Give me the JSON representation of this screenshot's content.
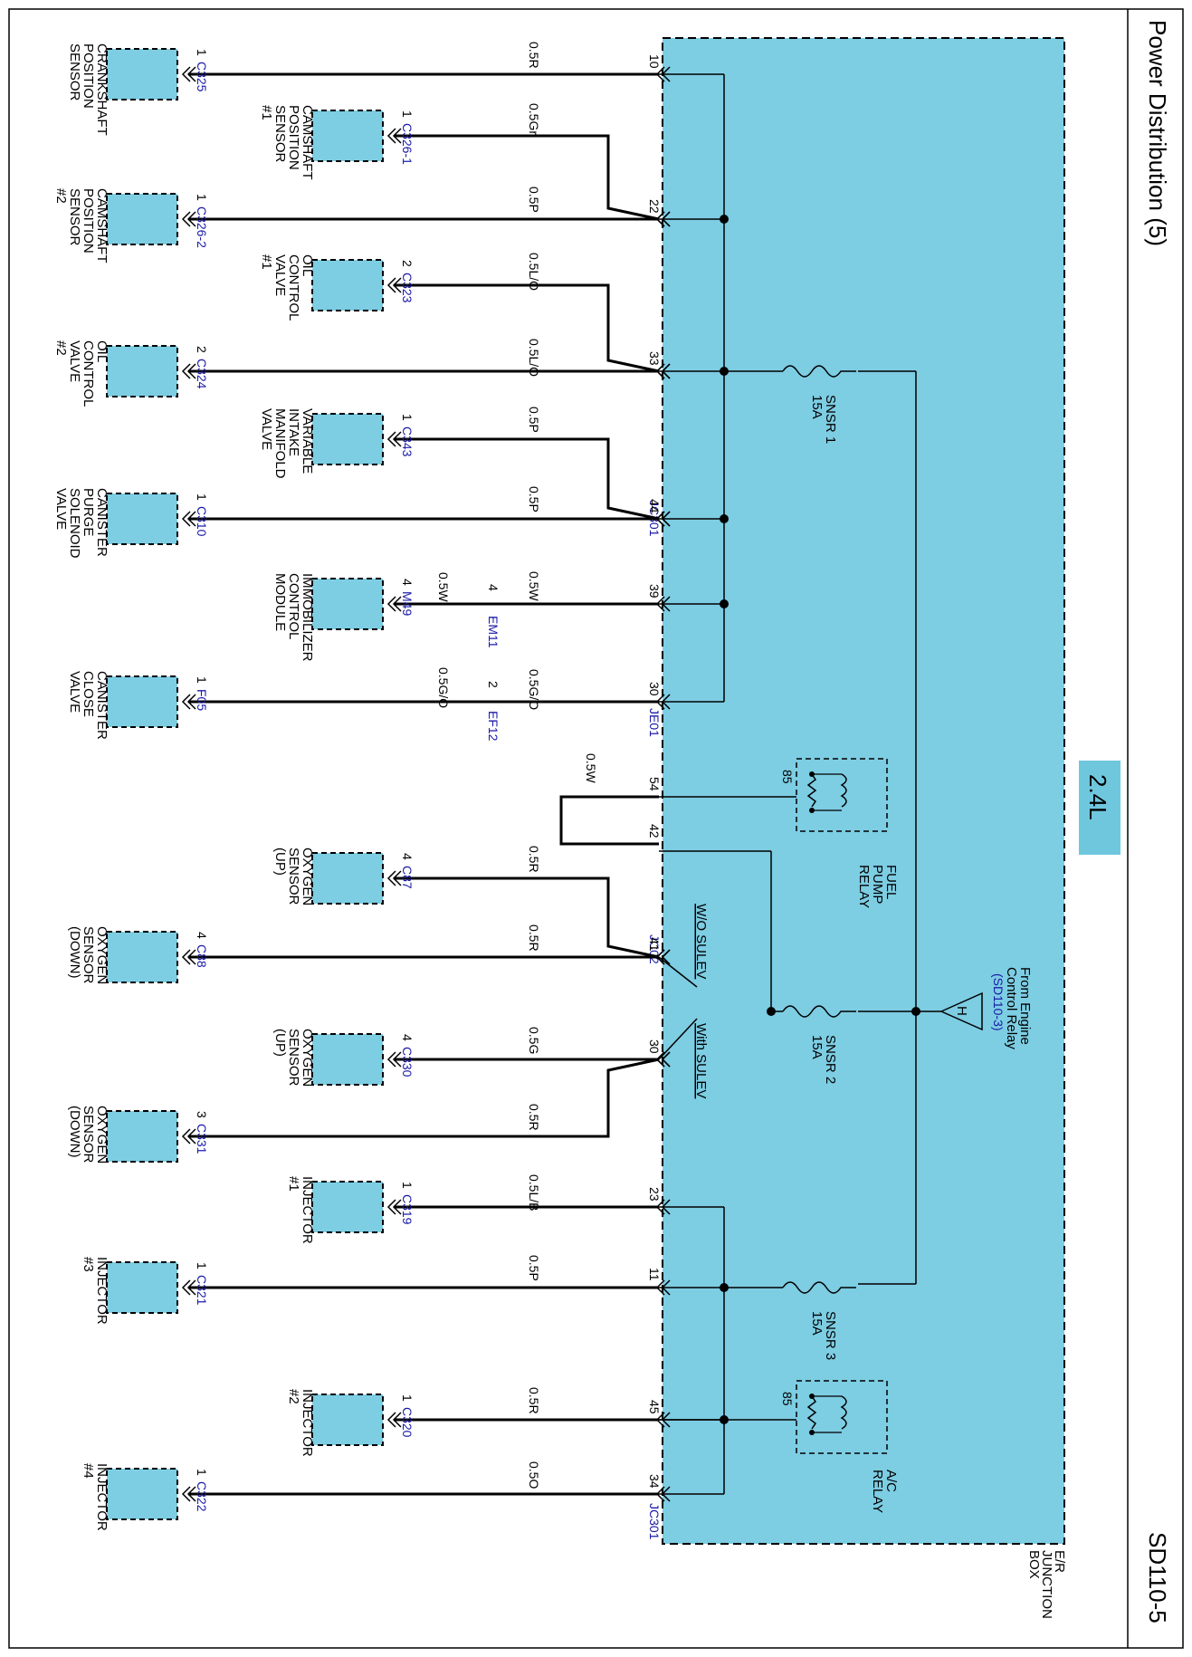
{
  "title": "Power Distribution (5)",
  "page_code": "SD110-5",
  "engine_badge": "2.4L",
  "junction_box_label": [
    "E/R",
    "JUNCTION",
    "BOX"
  ],
  "source": {
    "label_lines": [
      "From Engine",
      "Control Relay"
    ],
    "ref": "(SD110-3)",
    "symbol_letter": "H"
  },
  "fuses": [
    {
      "name": "SNSR 1",
      "rating": "15A"
    },
    {
      "name": "SNSR 2",
      "rating": "15A"
    },
    {
      "name": "SNSR 3",
      "rating": "15A"
    }
  ],
  "relays": [
    {
      "name_lines": [
        "FUEL",
        "PUMP",
        "RELAY"
      ],
      "pin": "85"
    },
    {
      "name_lines": [
        "A/C",
        "RELAY"
      ],
      "pin": "85"
    }
  ],
  "variants": [
    "W/O SULEV",
    "With SULEV"
  ],
  "jumper": {
    "wire": "0.5W",
    "pins": [
      "54",
      "42"
    ]
  },
  "box_connectors": [
    "JC301",
    "JE01",
    "JC02",
    "JC301"
  ],
  "inline_connectors": [
    {
      "name": "EM11",
      "pin": "4",
      "wire_out": "0.5W"
    },
    {
      "name": "EF12",
      "pin": "2",
      "wire_out": "0.5G/O"
    }
  ],
  "circuits": [
    {
      "pin": "10",
      "wire": "0.5R",
      "conn": "C325",
      "cpin": "1",
      "name_lines": [
        "CRANKSHAFT",
        "POSITION",
        "SENSOR"
      ]
    },
    {
      "pin": "",
      "wire": "0.5Gr",
      "conn": "C326-1",
      "cpin": "1",
      "name_lines": [
        "CAMSHAFT",
        "POSITION",
        "SENSOR",
        "#1"
      ]
    },
    {
      "pin": "22",
      "wire": "0.5P",
      "conn": "C326-2",
      "cpin": "1",
      "name_lines": [
        "CAMSHAFT",
        "POSITION",
        "SENSOR",
        "#2"
      ]
    },
    {
      "pin": "",
      "wire": "0.5L/O",
      "conn": "C323",
      "cpin": "2",
      "name_lines": [
        "OIL",
        "CONTROL",
        "VALVE",
        "#1"
      ]
    },
    {
      "pin": "33",
      "wire": "0.5L/O",
      "conn": "C324",
      "cpin": "2",
      "name_lines": [
        "OIL",
        "CONTROL",
        "VALVE",
        "#2"
      ]
    },
    {
      "pin": "",
      "wire": "0.5P",
      "conn": "C343",
      "cpin": "1",
      "name_lines": [
        "VARIABLE",
        "INTAKE",
        "MANIFOLD",
        "VALVE"
      ]
    },
    {
      "pin": "44",
      "wire": "0.5P",
      "conn": "C310",
      "cpin": "1",
      "name_lines": [
        "CANISTER",
        "PURGE",
        "SOLENOID",
        "VALVE"
      ]
    },
    {
      "pin": "39",
      "wire": "0.5W",
      "conn": "M49",
      "cpin": "4",
      "name_lines": [
        "IMMOBILIZER",
        "CONTROL",
        "MODULE"
      ]
    },
    {
      "pin": "30",
      "wire": "0.5G/O",
      "conn": "F05",
      "cpin": "1",
      "name_lines": [
        "CANISTER",
        "CLOSE",
        "VALVE"
      ]
    },
    {
      "pin": "",
      "wire": "0.5R",
      "conn": "C87",
      "cpin": "4",
      "name_lines": [
        "OXYGEN",
        "SENSOR",
        "(UP)"
      ]
    },
    {
      "pin": "41",
      "wire": "0.5R",
      "conn": "C88",
      "cpin": "4",
      "name_lines": [
        "OXYGEN",
        "SENSOR",
        "(DOWN)"
      ]
    },
    {
      "pin": "30",
      "wire": "0.5G",
      "conn": "C330",
      "cpin": "4",
      "name_lines": [
        "OXYGEN",
        "SENSOR",
        "(UP)"
      ]
    },
    {
      "pin": "",
      "wire": "0.5R",
      "conn": "C331",
      "cpin": "3",
      "name_lines": [
        "OXYGEN",
        "SENSOR",
        "(DOWN)"
      ]
    },
    {
      "pin": "23",
      "wire": "0.5L/B",
      "conn": "C319",
      "cpin": "1",
      "name_lines": [
        "INJECTOR",
        "#1"
      ]
    },
    {
      "pin": "11",
      "wire": "0.5P",
      "conn": "C321",
      "cpin": "1",
      "name_lines": [
        "INJECTOR",
        "#3"
      ]
    },
    {
      "pin": "45",
      "wire": "0.5R",
      "conn": "C320",
      "cpin": "1",
      "name_lines": [
        "INJECTOR",
        "#2"
      ]
    },
    {
      "pin": "34",
      "wire": "0.5O",
      "conn": "C322",
      "cpin": "1",
      "name_lines": [
        "INJECTOR",
        "#4"
      ]
    }
  ]
}
